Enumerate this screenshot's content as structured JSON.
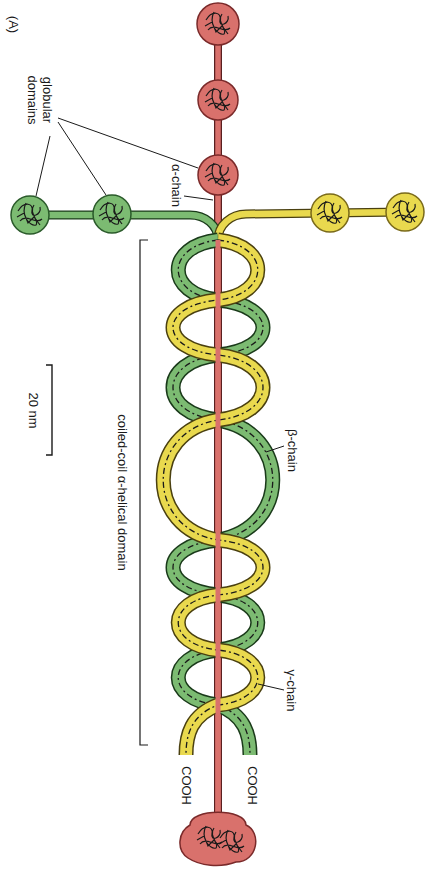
{
  "diagram": {
    "labels": [
      "(A)",
      "globular domains",
      "α-chain",
      "20 nm",
      "coiled-coil α-helical domain",
      "β-chain",
      "γ-chain",
      "COOH",
      "COOH"
    ]
  }
}
